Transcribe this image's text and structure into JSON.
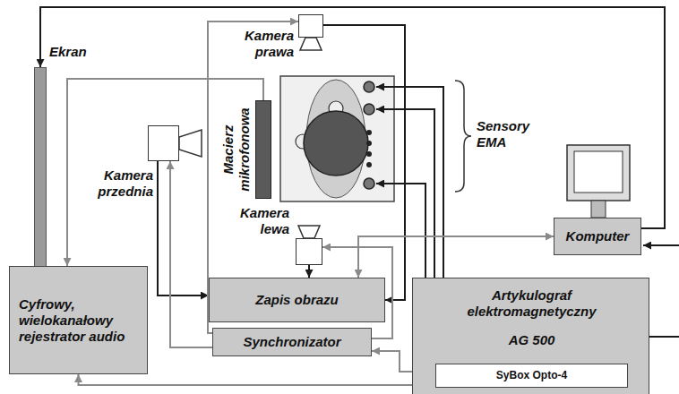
{
  "diagram": {
    "nodes": [
      {
        "text": [
          "Kamera prawa"
        ]
      },
      {
        "text": [
          "Ekran"
        ]
      },
      {
        "text": [
          "Macierz mikrofonowa"
        ]
      },
      {
        "text": [
          "Kamera przednia"
        ]
      },
      {
        "text": [
          "Kamera lewa"
        ]
      },
      {
        "text": [
          "Komputer"
        ]
      },
      {
        "text": [
          "Zapis obrazu"
        ]
      },
      {
        "text": [
          "Cyfrowy, wielokanałowy rejestrator audio"
        ]
      },
      {
        "text": [
          "Synchronizator"
        ]
      },
      {
        "text": [
          "Artykulograf elektromagnetyczny",
          "AG 500"
        ]
      },
      {
        "text": [
          "SyBox Opto-4"
        ],
        "in": 9
      }
    ],
    "edges": [
      {
        "from": 0,
        "to": 6,
        "arrow": "to"
      },
      {
        "from": 3,
        "to": 6,
        "arrow": "to"
      },
      {
        "from": 4,
        "to": 6,
        "arrow": "to"
      },
      {
        "from": 8,
        "to": 0,
        "arrow": "to"
      },
      {
        "from": 8,
        "to": 3,
        "arrow": "to"
      },
      {
        "from": 8,
        "to": 4,
        "arrow": "to"
      },
      {
        "from": 2,
        "to": 7,
        "arrow": "to"
      },
      {
        "from": 10,
        "to": 8,
        "arrow": "to"
      },
      {
        "from": 10,
        "to": 7,
        "arrow": "to"
      },
      {
        "from": 6,
        "to": 5,
        "arrow": "both"
      },
      {
        "from": 5,
        "to": 1,
        "arrow": "to"
      }
    ],
    "labels": [
      "Sensory EMA"
    ]
  }
}
